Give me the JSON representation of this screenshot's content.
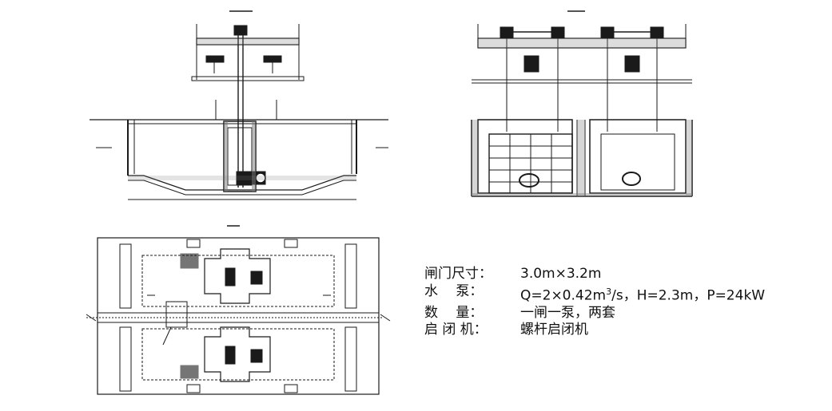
{
  "drawing_titles": {
    "left_elevation": "",
    "right_section": "",
    "plan_view": ""
  },
  "specs": [
    {
      "label": "闸门尺寸：",
      "value": "3.0m×3.2m",
      "sup": ""
    },
    {
      "label": "水　 泵：",
      "value": "Q=2×0.42m",
      "sup": "3",
      "value_tail": "/s，H=2.3m，P=24kW"
    },
    {
      "label": "数　 量：",
      "value": "一闸一泵，两套",
      "sup": ""
    },
    {
      "label": "启 闭 机：",
      "value": "螺杆启闭机",
      "sup": ""
    }
  ],
  "colors": {
    "line": "#1a1a1a",
    "fill_hatch": "#555555"
  }
}
